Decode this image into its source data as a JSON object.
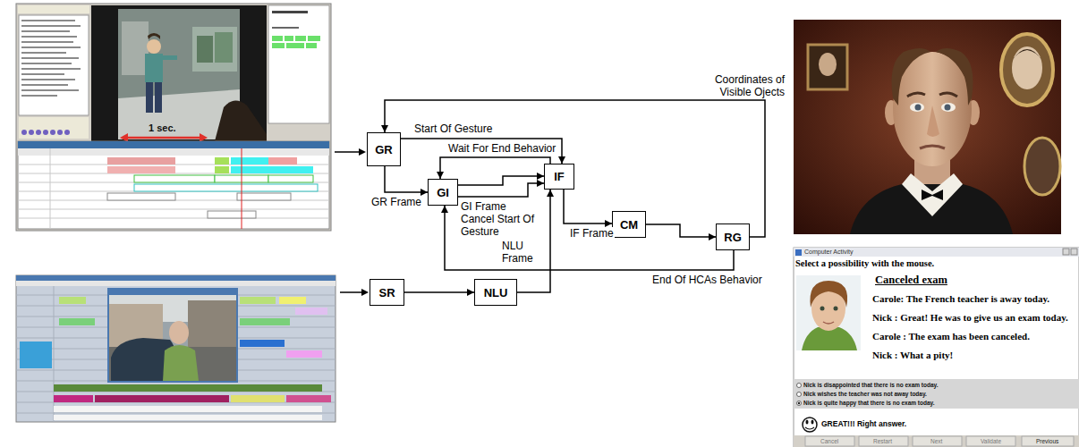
{
  "diagram": {
    "nodes": [
      {
        "text": [
          "GR"
        ]
      },
      {
        "text": [
          "GI"
        ]
      },
      {
        "text": [
          "IF"
        ]
      },
      {
        "text": [
          "CM"
        ]
      },
      {
        "text": [
          "RG"
        ]
      },
      {
        "text": [
          "SR"
        ]
      },
      {
        "text": [
          "NLU"
        ]
      }
    ],
    "edges": [
      {
        "from": 4,
        "to": 0,
        "label": "Coordinates of Visible Ojects",
        "arrow": "to"
      },
      {
        "from": 0,
        "to": 2,
        "label": "Start Of Gesture",
        "arrow": "to"
      },
      {
        "from": 2,
        "to": 1,
        "label": "Wait For End Behavior",
        "arrow": "to"
      },
      {
        "from": 0,
        "to": 1,
        "label": "GR Frame",
        "arrow": "to"
      },
      {
        "from": 1,
        "to": 2,
        "label": "GI Frame",
        "arrow": "to"
      },
      {
        "from": 1,
        "to": 2,
        "label": "Cancel Start Of Gesture",
        "arrow": "to"
      },
      {
        "from": 6,
        "to": 2,
        "label": "NLU Frame",
        "arrow": "to"
      },
      {
        "from": 2,
        "to": 3,
        "label": "IF Frame",
        "arrow": "to"
      },
      {
        "from": 3,
        "to": 4,
        "arrow": "to"
      },
      {
        "from": 4,
        "to": 1,
        "label": "End Of HCAs Behavior",
        "arrow": "to"
      },
      {
        "from": 5,
        "to": 6,
        "arrow": "to"
      }
    ],
    "labels": [
      "1 sec.",
      "Computer Activity",
      "Select a possibility with the mouse.",
      "Canceled exam",
      "Carole: The French teacher is away today.",
      "Nick : Great! He was to give us an exam today.",
      "Carole : The exam has been canceled.",
      "Nick : What a pity!",
      "Nick is disappointed that there is no exam today.",
      "Nick wishes the teacher was not away today.",
      "Nick is quite happy that there is no exam today.",
      "GREAT!!! Right answer.",
      "Cancel",
      "Restart",
      "Next",
      "Validate",
      "Previous"
    ]
  }
}
